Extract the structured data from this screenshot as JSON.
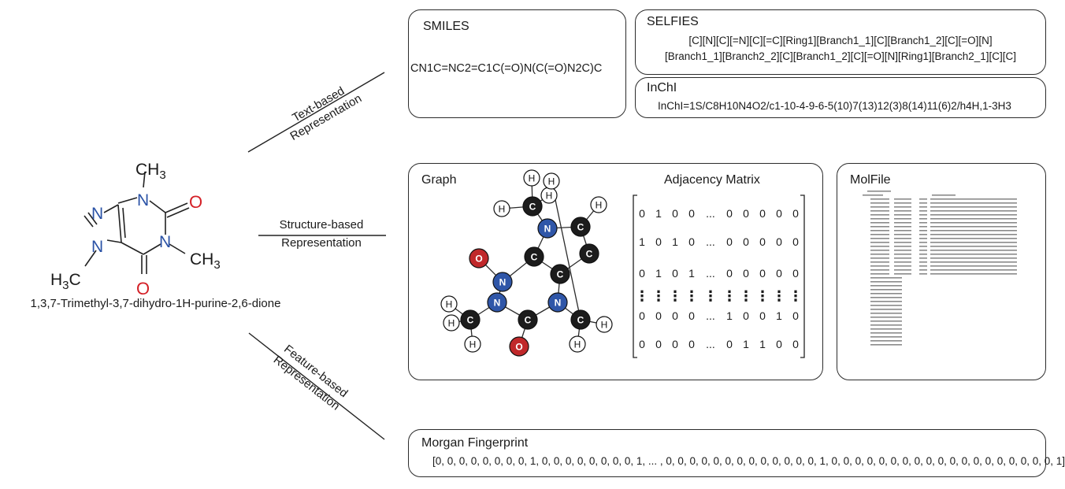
{
  "molecule": {
    "name": "1,3,7-Trimethyl-3,7-dihydro-1H-purine-2,6-dione",
    "ch3_top": "CH3",
    "ch3_right": "CH3",
    "h3c_left": "H3C",
    "atom_N": "N",
    "atom_O": "O"
  },
  "branches": {
    "text_based": [
      "Text-based",
      "Representation"
    ],
    "structure_based": [
      "Structure-based",
      "Representation"
    ],
    "feature_based": [
      "Feature-based",
      "Representation"
    ]
  },
  "smiles": {
    "title": "SMILES",
    "value": "CN1C=NC2=C1C(=O)N(C(=O)N2C)C"
  },
  "selfies": {
    "title": "SELFIES",
    "line1": "[C][N][C][=N][C][=C][Ring1][Branch1_1][C][Branch1_2][C][=O][N]",
    "line2": "[Branch1_1][Branch2_2][C][Branch1_2][C][=O][N][Ring1][Branch2_1][C][C]"
  },
  "inchi": {
    "title": "InChI",
    "value": "InChI=1S/C8H10N4O2/c1-10-4-9-6-5(10)7(13)12(3)8(14)11(6)2/h4H,1-3H3"
  },
  "graph": {
    "title": "Graph",
    "atoms": [
      {
        "label": "H",
        "kind": "H"
      },
      {
        "label": "H",
        "kind": "H"
      },
      {
        "label": "H",
        "kind": "H"
      },
      {
        "label": "C",
        "kind": "C"
      },
      {
        "label": "H",
        "kind": "H"
      },
      {
        "label": "N",
        "kind": "N"
      },
      {
        "label": "C",
        "kind": "C"
      },
      {
        "label": "O",
        "kind": "O"
      },
      {
        "label": "C",
        "kind": "C"
      },
      {
        "label": "C",
        "kind": "C"
      },
      {
        "label": "N",
        "kind": "N"
      },
      {
        "label": "C",
        "kind": "C"
      },
      {
        "label": "H",
        "kind": "H"
      },
      {
        "label": "N",
        "kind": "N"
      },
      {
        "label": "N",
        "kind": "N"
      },
      {
        "label": "H",
        "kind": "H"
      },
      {
        "label": "C",
        "kind": "C"
      },
      {
        "label": "H",
        "kind": "H"
      },
      {
        "label": "C",
        "kind": "C"
      },
      {
        "label": "C",
        "kind": "C"
      },
      {
        "label": "H",
        "kind": "H"
      },
      {
        "label": "H",
        "kind": "H"
      },
      {
        "label": "O",
        "kind": "O"
      },
      {
        "label": "H",
        "kind": "H"
      }
    ]
  },
  "adjacency": {
    "title": "Adjacency Matrix",
    "rows": [
      [
        "0",
        "1",
        "0",
        "0",
        "...",
        "0",
        "0",
        "0",
        "0",
        "0"
      ],
      [
        "1",
        "0",
        "1",
        "0",
        "...",
        "0",
        "0",
        "0",
        "0",
        "0"
      ],
      [
        "0",
        "1",
        "0",
        "1",
        "...",
        "0",
        "0",
        "0",
        "0",
        "0"
      ],
      [
        "⋮",
        "⋮",
        "⋮",
        "⋮",
        "⋮",
        "⋮",
        "⋮",
        "⋮",
        "⋮",
        "⋮"
      ],
      [
        "0",
        "0",
        "0",
        "0",
        "...",
        "1",
        "0",
        "0",
        "1",
        "0"
      ],
      [
        "0",
        "0",
        "0",
        "0",
        "...",
        "0",
        "1",
        "1",
        "0",
        "0"
      ]
    ]
  },
  "molfile": {
    "title": "MolFile"
  },
  "morgan": {
    "title": "Morgan Fingerprint",
    "value": "[0, 0, 0, 0, 0, 0, 0, 0, 1, 0, 0, 0, 0, 0, 0, 0, 0, 1, ... , 0, 0, 0, 0, 0, 0, 0, 0, 0, 0, 0, 0, 0, 1, 0, 0, 0, 0, 0, 0, 0, 0, 0, 0, 0, 0, 0, 0, 0, 0, 0, 0, 0, 1]"
  },
  "colors": {
    "carbon": "#1c1c1c",
    "nitrogen": "#2f56a8",
    "oxygen": "#c0282a",
    "hydrogen": "#ffffff",
    "line": "#2b2b2b",
    "red_text": "#d42027",
    "blue_text": "#2a52a6"
  }
}
